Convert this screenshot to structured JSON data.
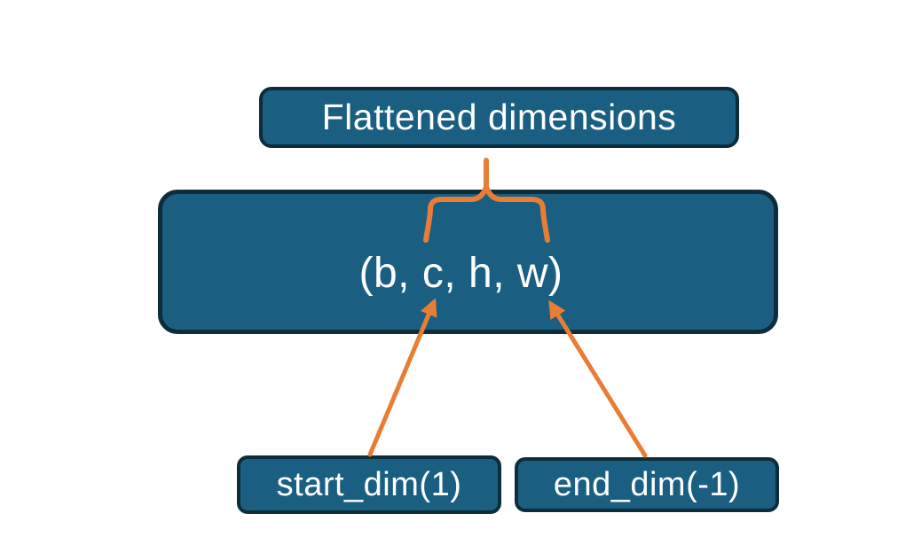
{
  "diagram": {
    "title_box": {
      "label": "Flattened dimensions"
    },
    "tensor_box": {
      "label": "(b, c, h, w)"
    },
    "start_box": {
      "label": "start_dim(1)"
    },
    "end_box": {
      "label": "end_dim(-1)"
    }
  },
  "colors": {
    "box_fill": "#1a5f82",
    "box_border": "#0d2d3c",
    "accent_orange": "#e87d35",
    "text_color": "#ffffff",
    "bg_color": "#ffffff"
  }
}
